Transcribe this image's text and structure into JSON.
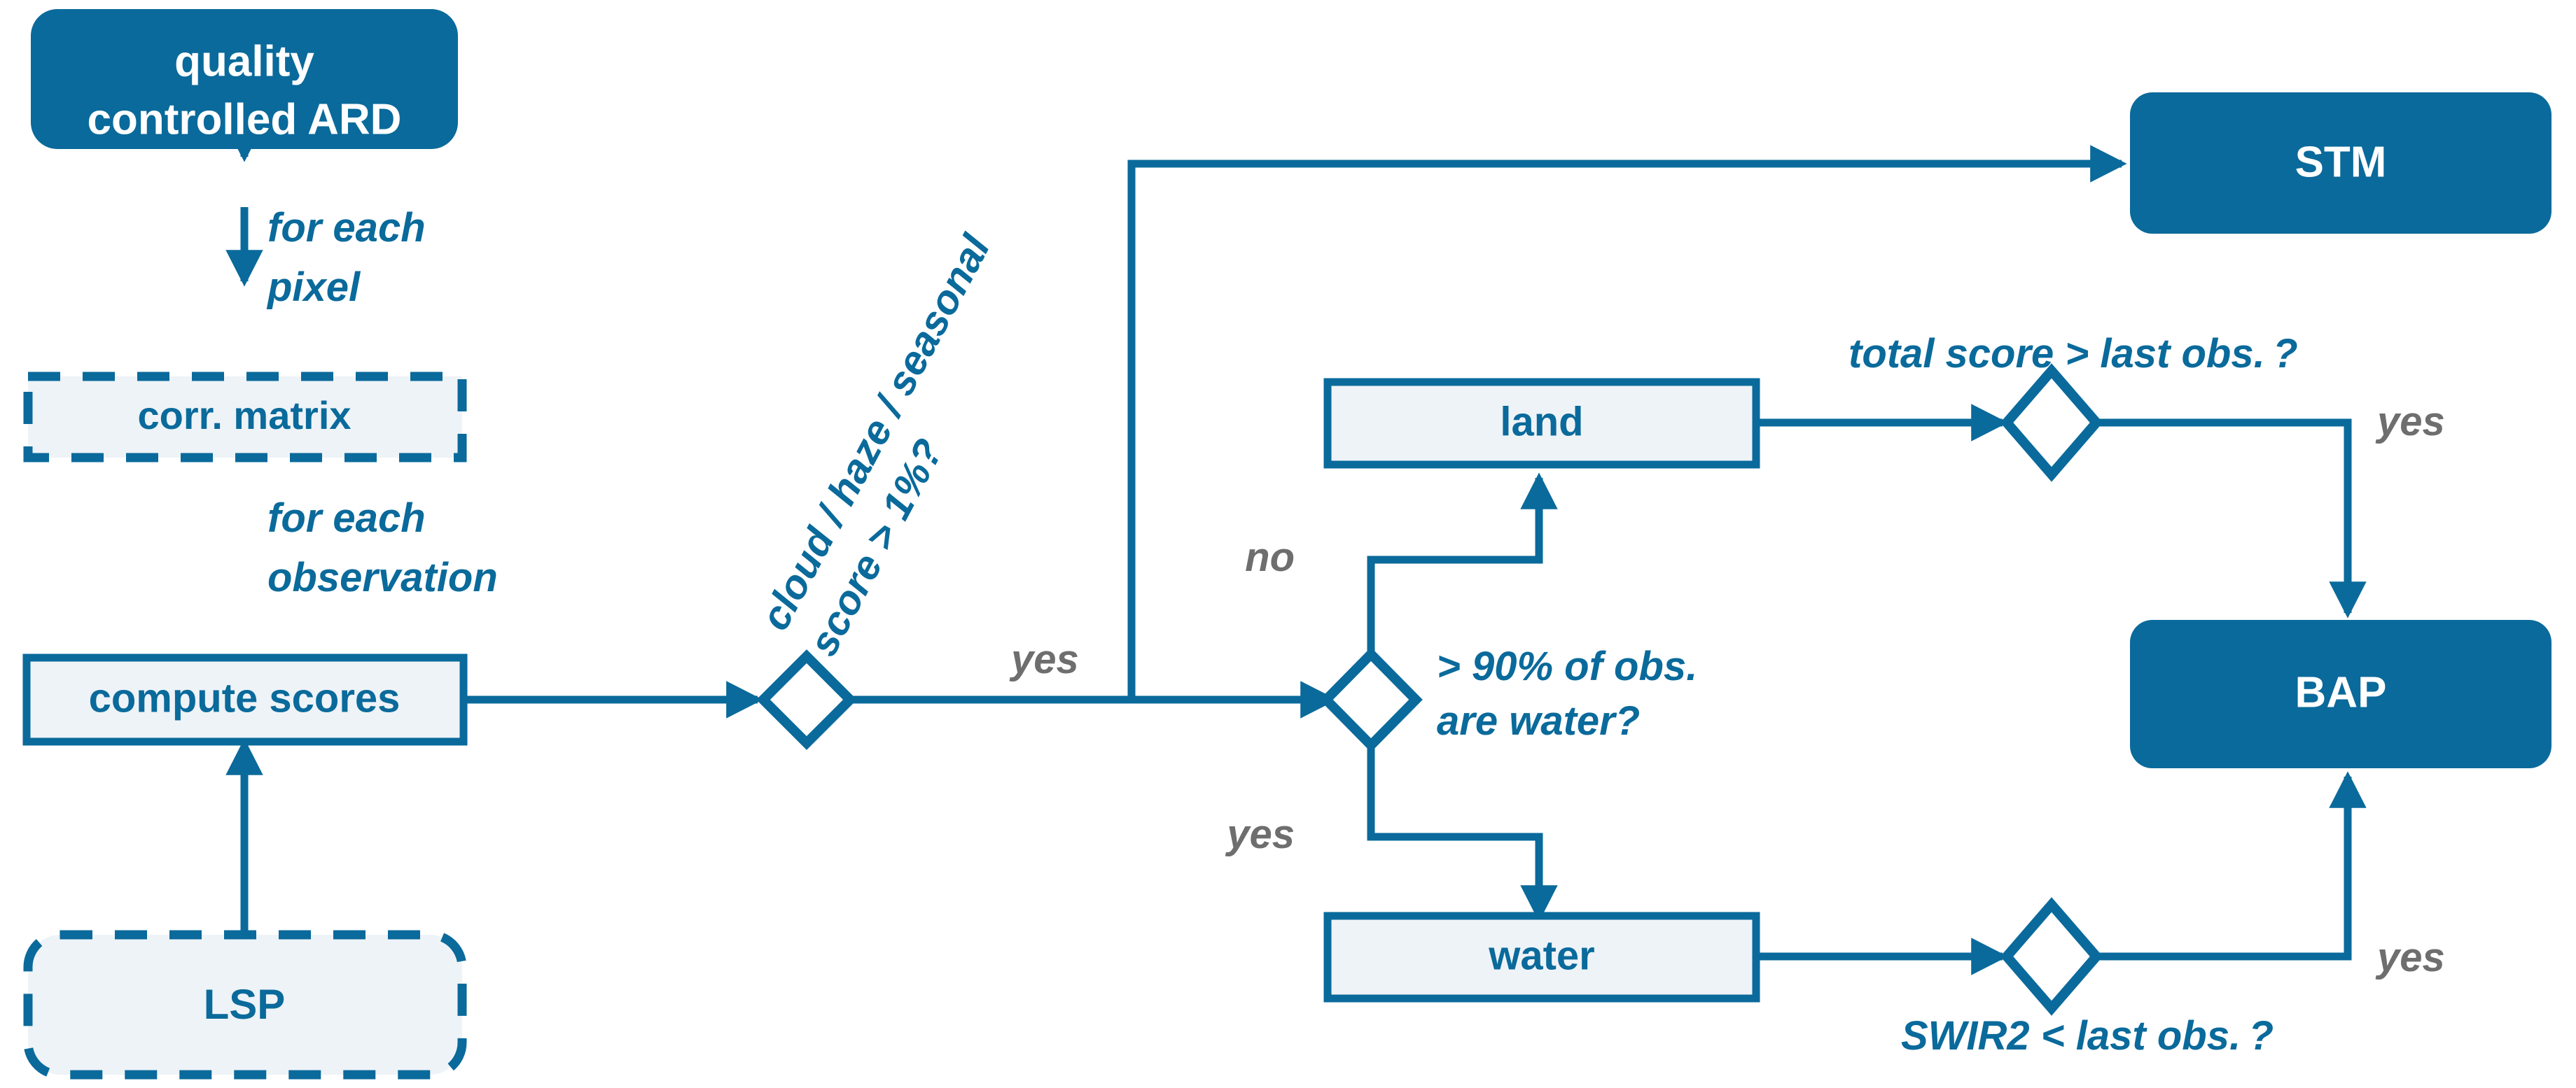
{
  "diagram": {
    "title": "ARD scoring / compositing flowchart",
    "colors": {
      "accent": "#0a6a9b",
      "light_fill": "#eef3f7",
      "gray_label": "#6e6e6e",
      "white": "#ffffff"
    },
    "nodes": {
      "quality_ard": {
        "label_line1": "quality",
        "label_line2": "controlled ARD",
        "style": "solid-rounded"
      },
      "corr_matrix": {
        "label": "corr. matrix",
        "style": "dashed-rect"
      },
      "compute_scores": {
        "label": "compute scores",
        "style": "light-rect"
      },
      "lsp": {
        "label": "LSP",
        "style": "dashed-rounded"
      },
      "stm": {
        "label": "STM",
        "style": "solid-rounded"
      },
      "bap": {
        "label": "BAP",
        "style": "solid-rounded"
      },
      "land": {
        "label": "land",
        "style": "light-rect"
      },
      "water": {
        "label": "water",
        "style": "light-rect"
      }
    },
    "decisions": {
      "cloud_haze": {
        "label_line1": "cloud / haze / seasonal",
        "label_line2": "score > 1%?",
        "rotated": true
      },
      "water_check": {
        "label_line1": "> 90% of obs.",
        "label_line2": "are water?"
      },
      "total_score": {
        "label": "total score > last obs. ?"
      },
      "swir2": {
        "label": "SWIR2 < last obs. ?"
      }
    },
    "edge_labels": {
      "for_each_pixel_1": "for each",
      "for_each_pixel_2": "pixel",
      "for_each_obs_1": "for each",
      "for_each_obs_2": "observation",
      "yes_cloud": "yes",
      "no_water": "no",
      "yes_water": "yes",
      "yes_total_score": "yes",
      "yes_swir2": "yes"
    }
  }
}
